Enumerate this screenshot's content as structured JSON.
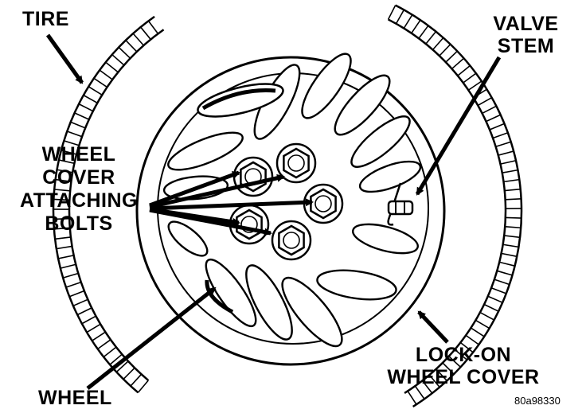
{
  "labels": {
    "tire": "TIRE",
    "valve_stem": [
      "VALVE",
      "STEM"
    ],
    "wheel_cover_bolts": [
      "WHEEL",
      "COVER",
      "ATTACHING",
      "BOLTS"
    ],
    "wheel": "WHEEL",
    "lock_on_cover": [
      "LOCK-ON",
      "WHEEL COVER"
    ],
    "figure_code": "80a98330"
  },
  "colors": {
    "ink": "#000000",
    "paper": "#ffffff"
  }
}
